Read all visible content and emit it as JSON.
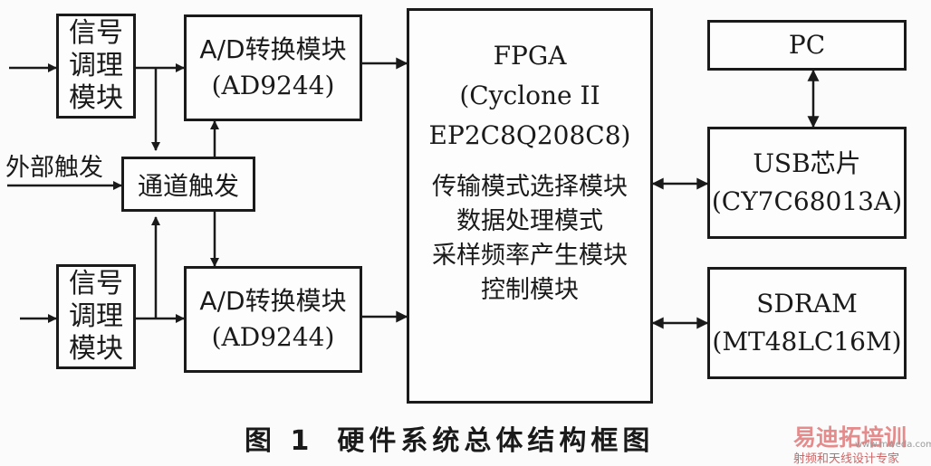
{
  "diagram": {
    "signal_module_top": [
      "信号",
      "调理",
      "模块"
    ],
    "signal_module_bottom": [
      "信号",
      "调理",
      "模块"
    ],
    "ad_top": {
      "line1": "A/D转换模块",
      "line2": "(AD9244)"
    },
    "ad_bottom": {
      "line1": "A/D转换模块",
      "line2": "(AD9244)"
    },
    "channel_trigger": "通道触发",
    "external_trigger": "外部触发",
    "fpga": {
      "title": "FPGA",
      "model_line1": "(Cyclone II",
      "model_line2": "EP2C8Q208C8)",
      "modules": [
        "传输模式选择模块",
        "数据处理模式",
        "采样频率产生模块",
        "控制模块"
      ]
    },
    "pc": "PC",
    "usb": {
      "line1": "USB芯片",
      "line2": "(CY7C68013A)"
    },
    "sdram": {
      "line1": "SDRAM",
      "line2": "(MT48LC16M)"
    },
    "caption": {
      "number": "图 1",
      "text": "硬件系统总体结构框图"
    }
  },
  "watermark": {
    "logo": "易迪拓培训",
    "domain": "www.mweda.com",
    "tagline": "射频和天线设计专家"
  }
}
